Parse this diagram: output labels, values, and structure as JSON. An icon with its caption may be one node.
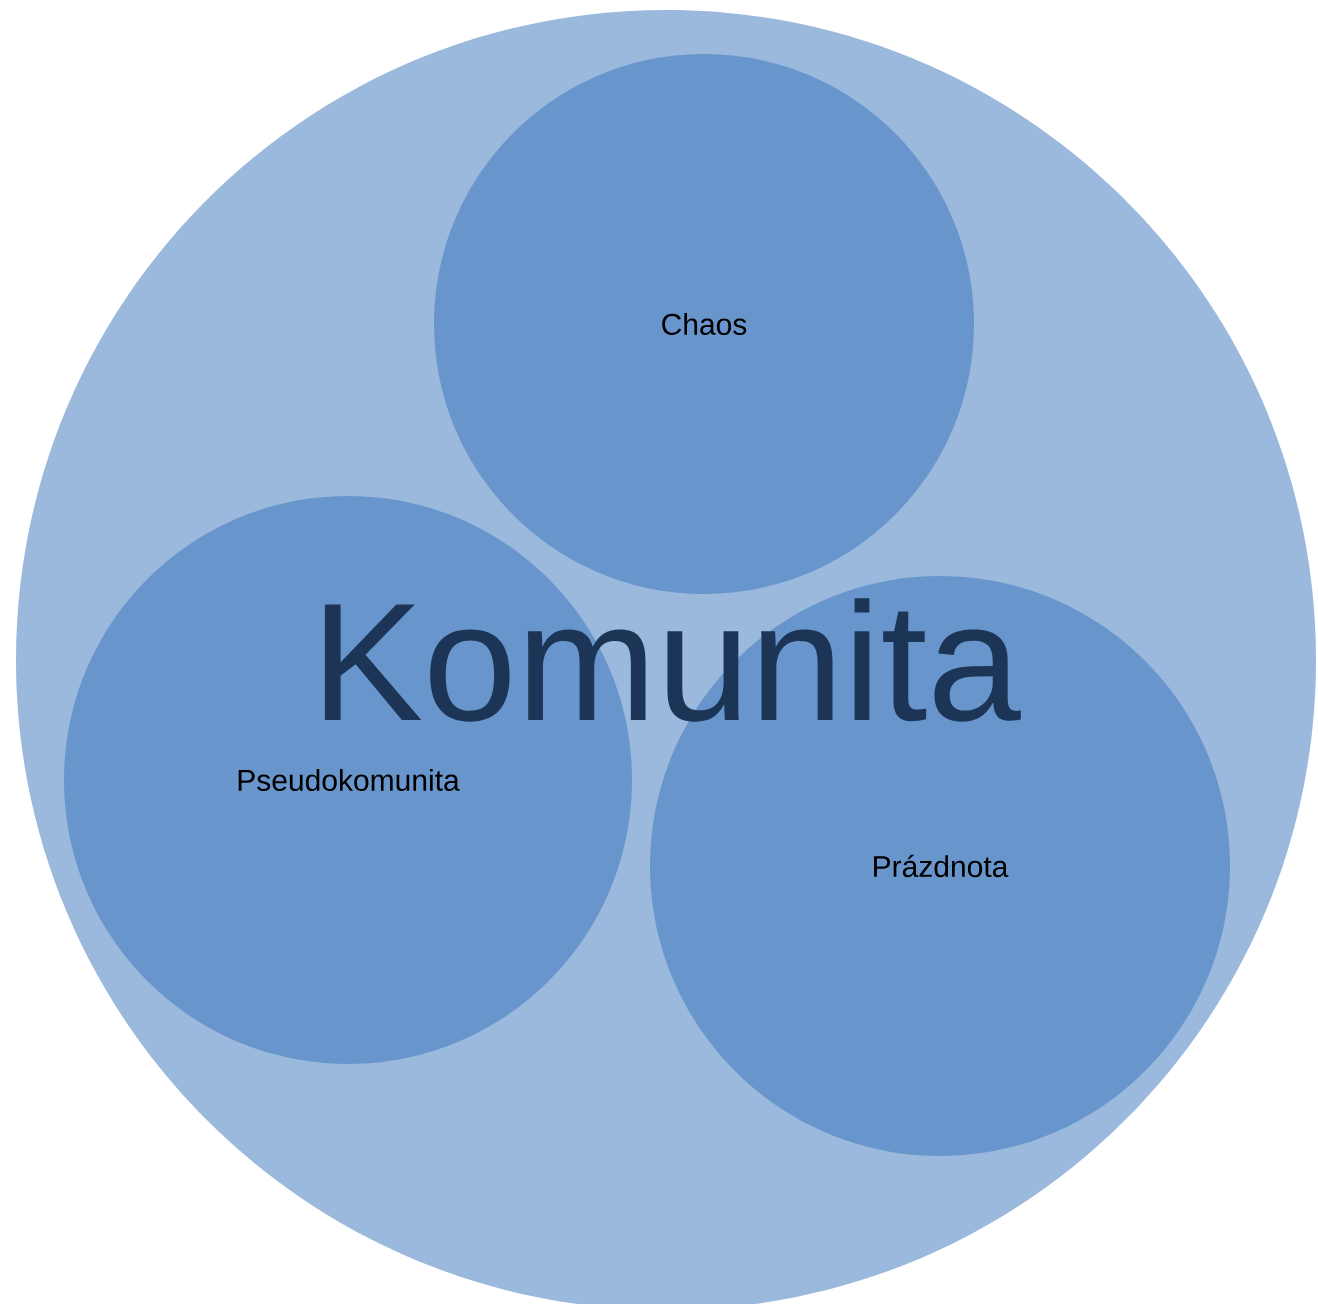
{
  "diagram": {
    "nodes": [
      {
        "text": [
          "Komunita"
        ]
      },
      {
        "text": [
          "Chaos"
        ],
        "in": 0
      },
      {
        "text": [
          "Pseudokomunita"
        ],
        "in": 0
      },
      {
        "text": [
          "Prázdnota"
        ],
        "in": 0
      }
    ]
  }
}
